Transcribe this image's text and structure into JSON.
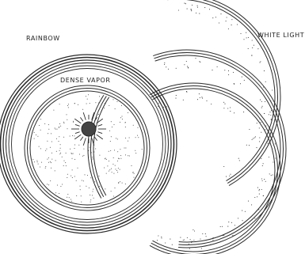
{
  "labels": {
    "rainbow": "RAINBOW",
    "white_light": "WHITE LIGHT",
    "dense_vapor": "DENSE VAPOR"
  },
  "colors": {
    "ink": "#2a2a2a",
    "background": "#ffffff"
  }
}
